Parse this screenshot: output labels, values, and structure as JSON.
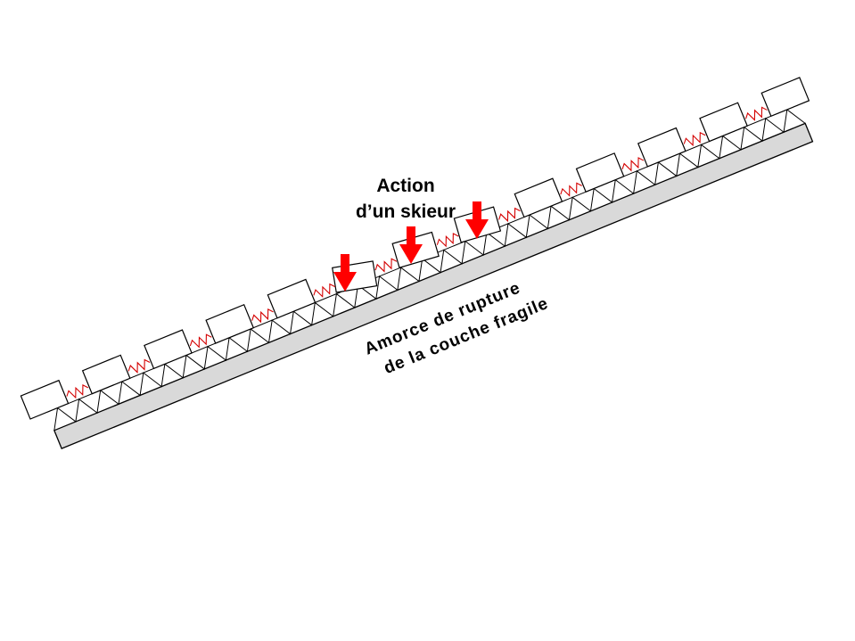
{
  "labels": {
    "action_line1": "Action",
    "action_line2": "d’un skieur",
    "rupture_line1": "Amorce de rupture",
    "rupture_line2": "de la couche fragile"
  },
  "colors": {
    "background": "#ffffff",
    "slope_fill": "#d9d9d9",
    "outline": "#000000",
    "spring": "#d40000",
    "arrow": "#ff0000",
    "block_fill": "#ffffff"
  },
  "diagram": {
    "block_count": 13,
    "displaced_blocks": [
      5,
      6,
      7
    ],
    "arrow_icon": "down-arrow-icon",
    "spring_icon": "spring-icon"
  }
}
